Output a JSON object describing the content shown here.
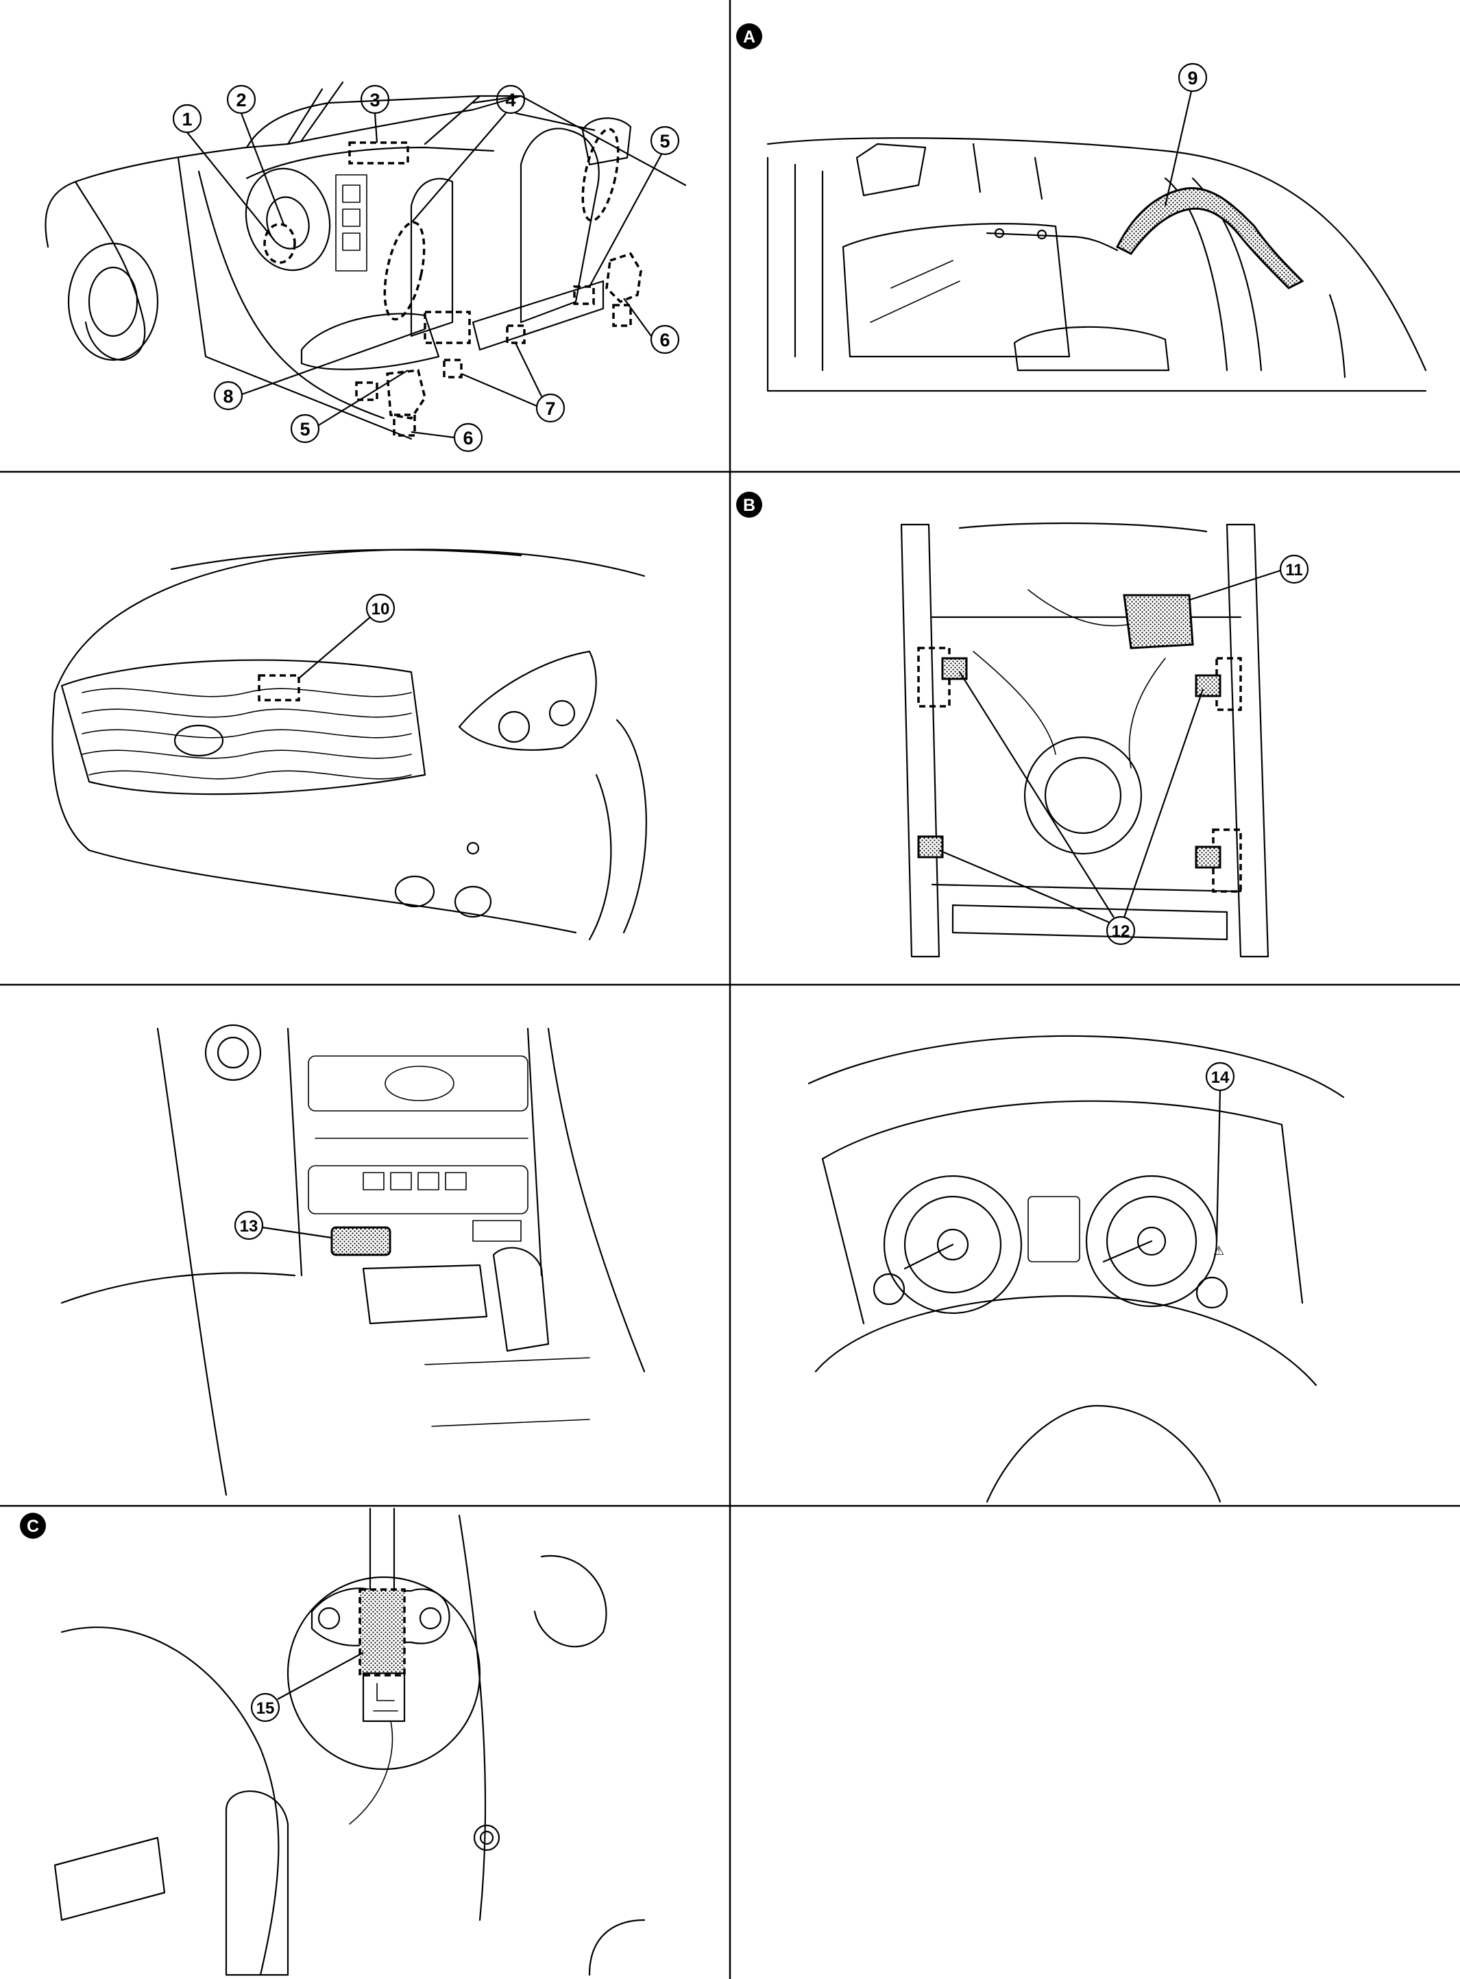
{
  "panels": {
    "top_left": {
      "callouts": [
        "1",
        "2",
        "3",
        "4",
        "5",
        "5",
        "6",
        "6",
        "7",
        "8"
      ]
    },
    "top_right": {
      "view_label": "A",
      "callouts": [
        "9"
      ]
    },
    "mid_left": {
      "callouts": [
        "10"
      ]
    },
    "mid_right": {
      "view_label": "B",
      "callouts": [
        "11",
        "12"
      ]
    },
    "low_left": {
      "callouts": [
        "13"
      ]
    },
    "low_right": {
      "callouts": [
        "14"
      ]
    },
    "bottom_left": {
      "view_label": "C",
      "callouts": [
        "15"
      ]
    },
    "bottom_right": {}
  },
  "colors": {
    "line": "#000000",
    "background": "#ffffff"
  }
}
